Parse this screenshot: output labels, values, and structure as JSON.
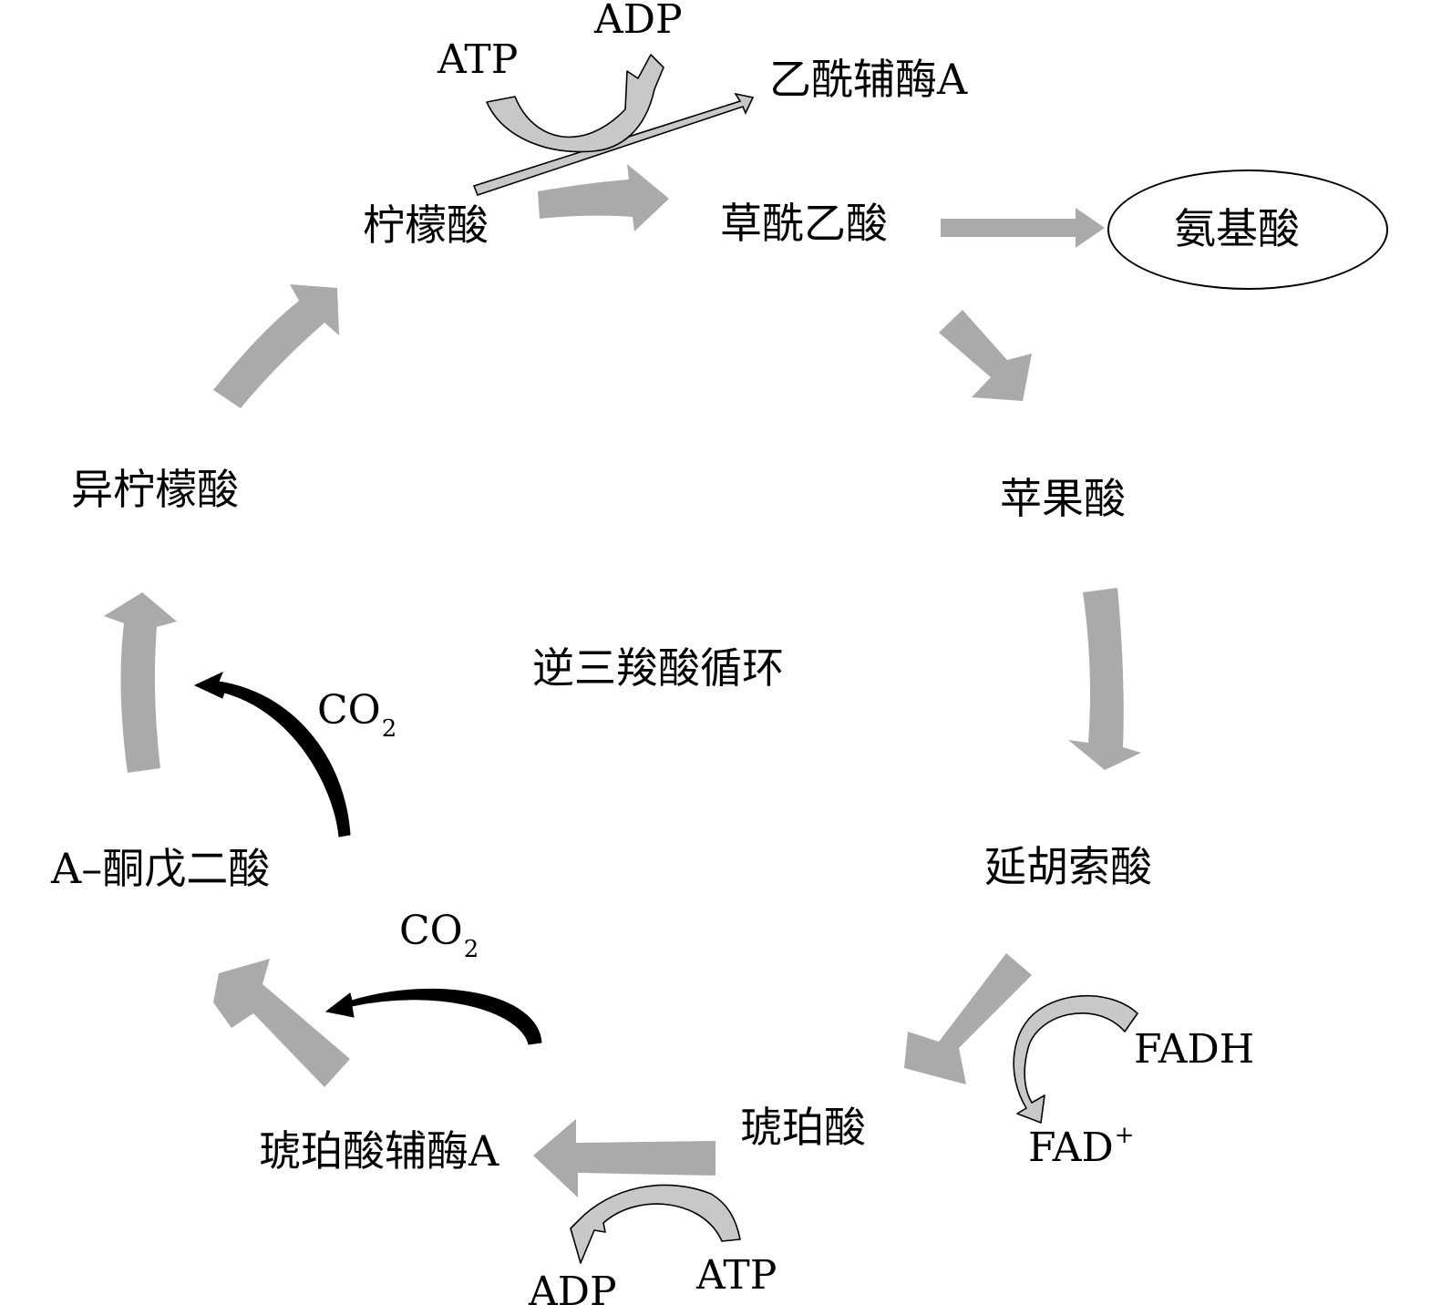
{
  "nodes": {
    "citric": "柠檬酸",
    "oxaloacetic": "草酰乙酸",
    "amino": "氨基酸",
    "malic": "苹果酸",
    "fumaric": "延胡索酸",
    "succinic": "琥珀酸",
    "succinyl_coa": "琥珀酸辅酶A",
    "akg": "A–酮戊二酸",
    "isocitric": "异柠檬酸",
    "acetyl_coa": "乙酰辅酶A"
  },
  "center_title": "逆三羧酸循环",
  "cofactors": {
    "top_atp": "ATP",
    "top_adp": "ADP",
    "bottom_atp": "ATP",
    "bottom_adp": "ADP",
    "fadh": "FADH",
    "fad": "FAD",
    "fad_sup": "+",
    "co2_left": "CO",
    "co2_left_sub": "2",
    "co2_bottom": "CO",
    "co2_bottom_sub": "2"
  },
  "colors": {
    "main_arrow": "#aaaaaa",
    "cofactor_arrow_fill": "#c8c8c8",
    "co2_arrow": "#000000"
  }
}
